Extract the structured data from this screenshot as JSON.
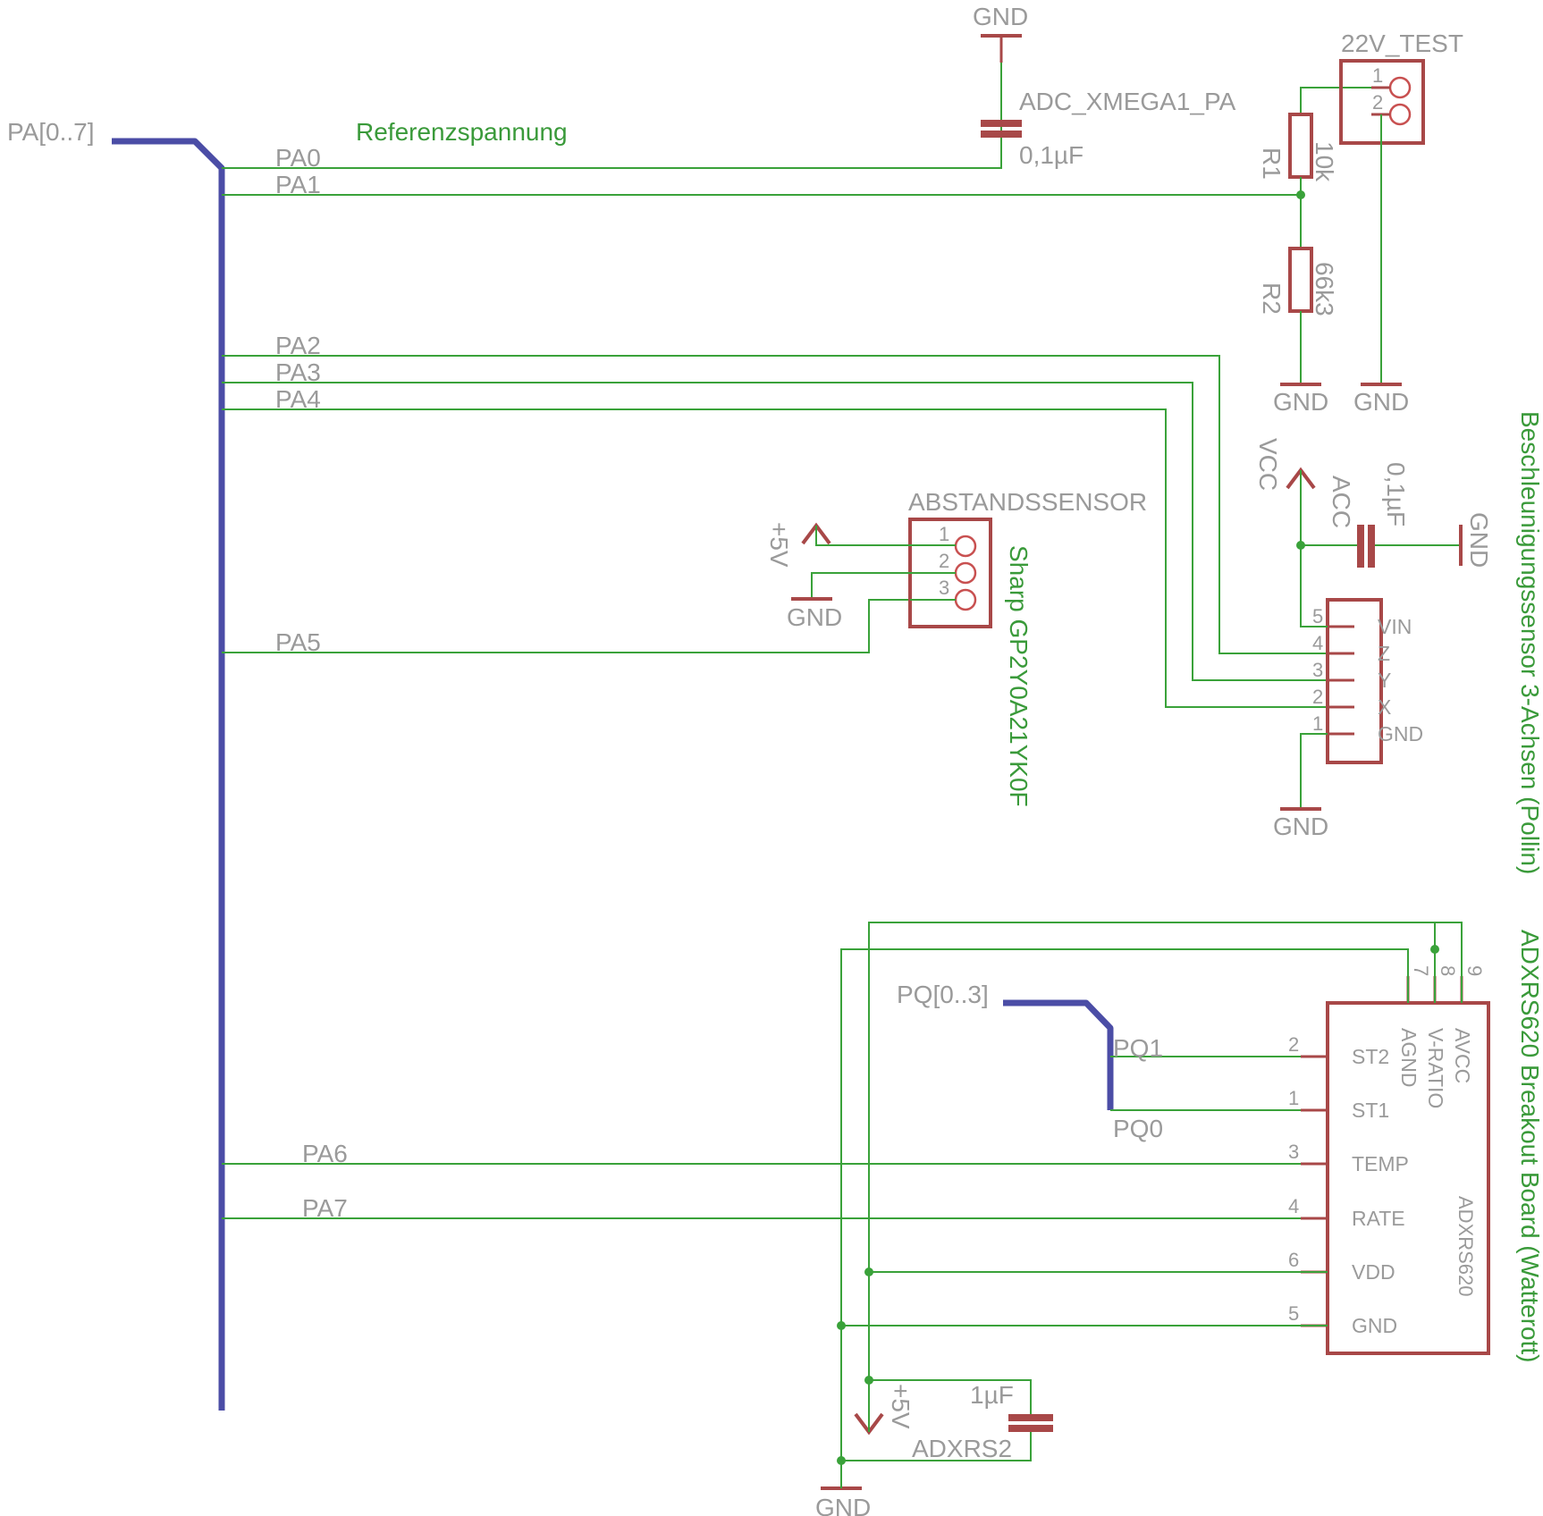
{
  "colors": {
    "wire": "#3aa23a",
    "bus": "#4b4da6",
    "component": "#a84848",
    "label": "#9a9a9a",
    "title": "#3a9a3a"
  },
  "bus_pa": {
    "name": "PA[0..7]",
    "signals": [
      "PA0",
      "PA1",
      "PA2",
      "PA3",
      "PA4",
      "PA5",
      "PA6",
      "PA7"
    ]
  },
  "bus_pq": {
    "name": "PQ[0..3]",
    "signals": [
      "PQ1",
      "PQ0"
    ]
  },
  "labels": {
    "referenz": "Referenzspannung",
    "gnd": "GND",
    "vcc": "VCC",
    "plus5v": "+5V"
  },
  "cap_adc": {
    "name": "ADC_XMEGA1_PA",
    "value": "0,1µF"
  },
  "r1": {
    "name": "R1",
    "value": "10k"
  },
  "r2": {
    "name": "R2",
    "value": "66k3"
  },
  "conn_22v": {
    "name": "22V_TEST",
    "pins": [
      "1",
      "2"
    ]
  },
  "abstand": {
    "name": "ABSTANDSSENSOR",
    "pins": [
      "1",
      "2",
      "3"
    ],
    "title": "Sharp GP2Y0A21YK0F"
  },
  "accel": {
    "title": "Beschleunigungssensor 3-Achsen (Pollin)",
    "cap_name": "ACC",
    "cap_value": "0,1µF",
    "pin_numbers": [
      "5",
      "4",
      "3",
      "2",
      "1"
    ],
    "pin_names": [
      "VIN",
      "Z",
      "Y",
      "X",
      "GND"
    ]
  },
  "gyro": {
    "title": "ADXRS620 Breakout Board (Watterott)",
    "part_name": "ADXRS620",
    "top_pin_numbers": [
      "7",
      "8",
      "9"
    ],
    "top_pin_names": [
      "AGND",
      "V-RATIO",
      "AVCC"
    ],
    "left_pin_numbers": [
      "2",
      "1",
      "3",
      "4",
      "6",
      "5"
    ],
    "left_pin_names": [
      "ST2",
      "ST1",
      "TEMP",
      "RATE",
      "VDD",
      "GND"
    ],
    "cap_name": "ADXRS2",
    "cap_value": "1µF"
  }
}
